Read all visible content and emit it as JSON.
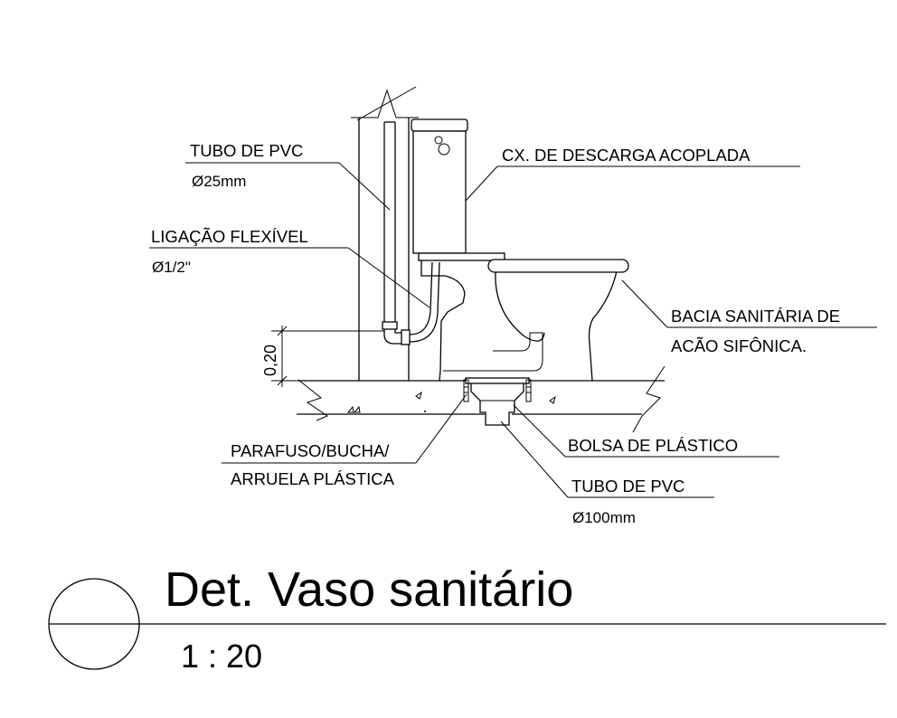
{
  "labels": {
    "tubo_pvc_top": "TUBO DE PVC",
    "tubo_pvc_top_diam": "Ø25mm",
    "ligacao": "LIGAÇÃO FLEXÍVEL",
    "ligacao_diam": "Ø1/2\"",
    "cx_descarga": "CX. DE DESCARGA ACOPLADA",
    "bacia_line1": "BACIA SANITÁRIA DE",
    "bacia_line2": "ACÃO SIFÔNICA.",
    "parafuso_line1": "PARAFUSO/BUCHA/",
    "parafuso_line2": "ARRUELA PLÁSTICA",
    "bolsa": "BOLSA DE PLÁSTICO",
    "tubo_pvc_bottom": "TUBO DE PVC",
    "tubo_pvc_bottom_diam": "Ø100mm"
  },
  "dimension": {
    "value": "0,20"
  },
  "title": {
    "text": "Det. Vaso sanitário",
    "scale": "1 : 20"
  }
}
